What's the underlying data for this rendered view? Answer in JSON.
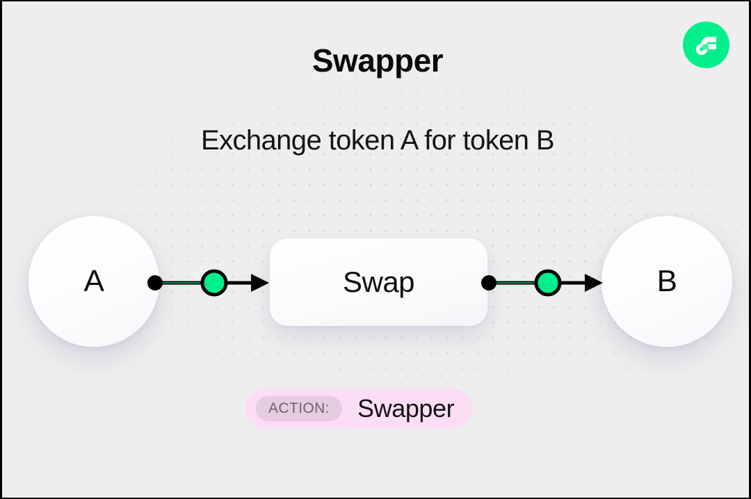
{
  "header": {
    "title": "Swapper",
    "subtitle": "Exchange token A for token B",
    "logo_icon": "flow-logo-icon",
    "logo_color": "#00ef8b"
  },
  "diagram": {
    "nodes": [
      {
        "id": "token-a",
        "label": "A",
        "type": "token-circle"
      },
      {
        "id": "swap",
        "label": "Swap",
        "type": "process-box"
      },
      {
        "id": "token-b",
        "label": "B",
        "type": "token-circle"
      }
    ],
    "edges": [
      {
        "id": "edge-a-swap",
        "from": "token-a",
        "to": "swap",
        "handle_color": "#000000",
        "marker_color": "#00ef8b"
      },
      {
        "id": "edge-swap-b",
        "from": "swap",
        "to": "token-b",
        "handle_color": "#000000",
        "marker_color": "#00ef8b"
      }
    ]
  },
  "action_badge": {
    "prefix_label": "ACTION:",
    "value": "Swapper",
    "background_color": "#fbddf5",
    "pill_color": "#e6cce0"
  },
  "canvas": {
    "background_color": "#eeeeee",
    "dot_color": "#d6d6d8"
  }
}
